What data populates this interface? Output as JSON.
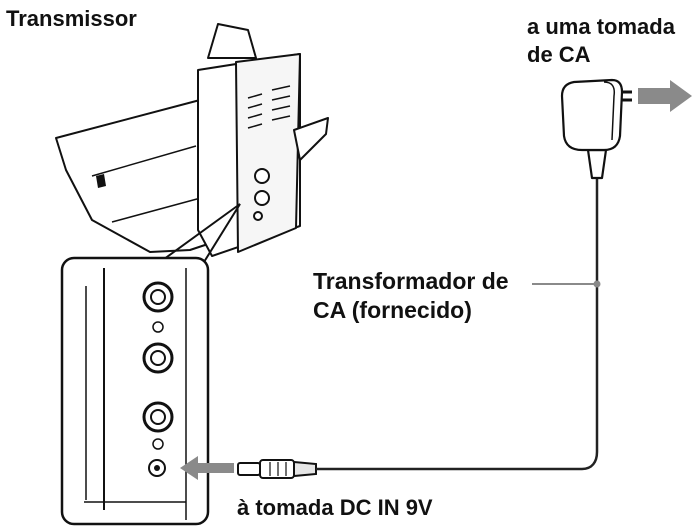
{
  "labels": {
    "transmitter": "Transmissor",
    "outlet_line1": "a uma tomada",
    "outlet_line2": "de CA",
    "adapter_line1": "Transformador de",
    "adapter_line2": "CA (fornecido)",
    "dc_in": "à tomada DC IN 9V"
  },
  "colors": {
    "ink": "#111111",
    "arrow": "#8a8a8a",
    "cable": "#222222",
    "leader": "#8a8a8a"
  }
}
